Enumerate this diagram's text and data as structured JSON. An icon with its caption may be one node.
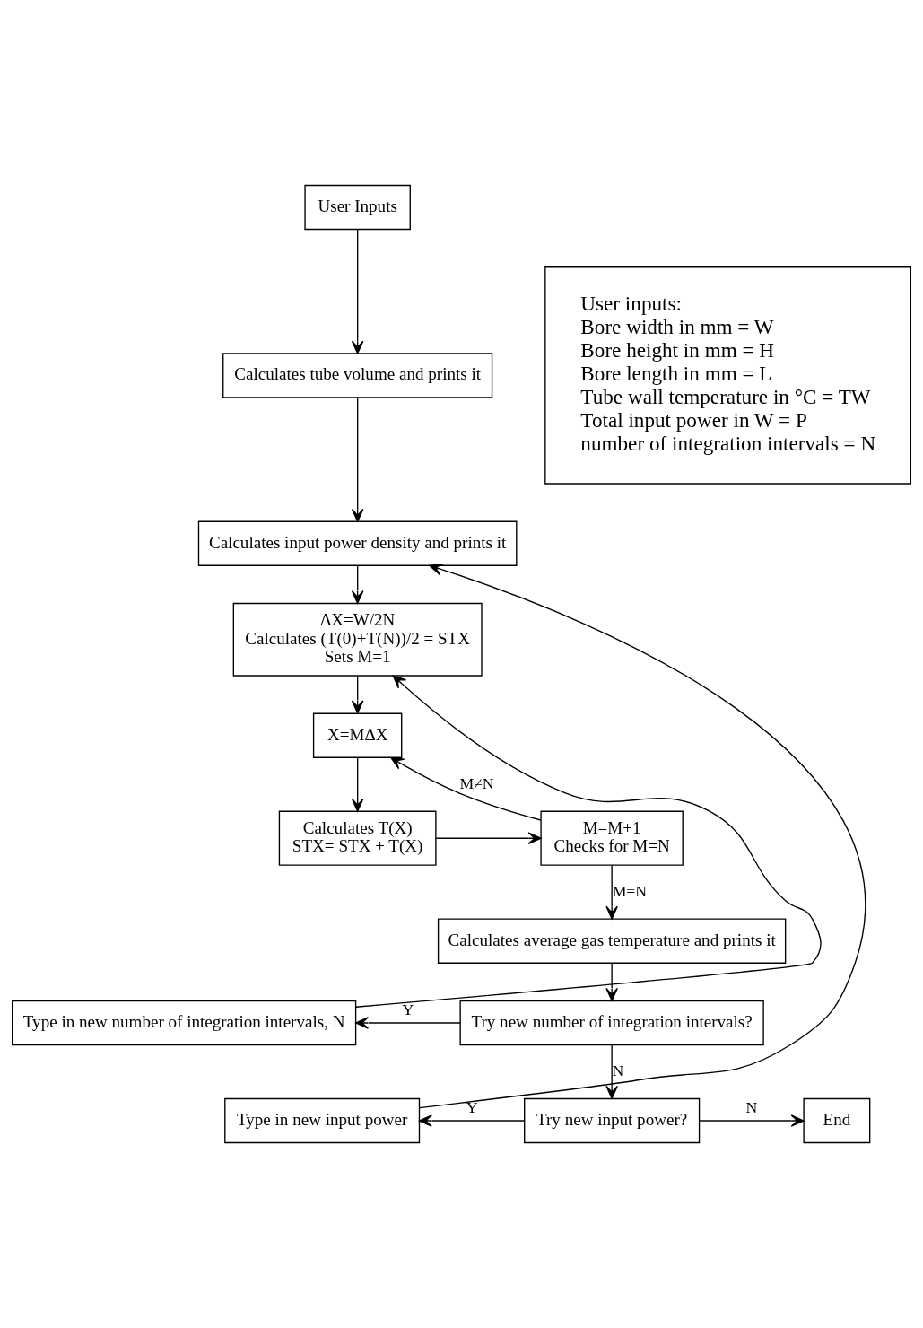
{
  "diagram": {
    "nodes": [
      {
        "text": [
          "User Inputs"
        ]
      },
      {
        "text": [
          "Calculates tube volume and prints it"
        ]
      },
      {
        "text": [
          "Calculates input power density and prints it"
        ]
      },
      {
        "text": [
          "ΔX=W/2N",
          "Calculates (T(0)+T(N))/2 = STX",
          "Sets M=1"
        ]
      },
      {
        "text": [
          "X=MΔX"
        ]
      },
      {
        "text": [
          "Calculates T(X)",
          "STX= STX + T(X)"
        ]
      },
      {
        "text": [
          "M=M+1",
          "Checks for M=N"
        ]
      },
      {
        "text": [
          "Calculates average gas temperature and prints it"
        ]
      },
      {
        "text": [
          "Try new number of integration intervals?"
        ]
      },
      {
        "text": [
          "Type in new number of integration intervals, N"
        ]
      },
      {
        "text": [
          "Try new input power?"
        ]
      },
      {
        "text": [
          "Type in new input power"
        ]
      },
      {
        "text": [
          "End"
        ]
      },
      {
        "text": [
          "User inputs:",
          "Bore width in mm = W",
          "Bore height in mm = H",
          "Bore length in mm = L",
          "Tube wall temperature in °C = TW",
          "Total input power in W = P",
          "number of integration intervals = N"
        ]
      }
    ],
    "edges": [
      {
        "from": 0,
        "to": 1,
        "arrow": "to"
      },
      {
        "from": 1,
        "to": 2,
        "arrow": "to"
      },
      {
        "from": 2,
        "to": 3,
        "arrow": "to"
      },
      {
        "from": 3,
        "to": 4,
        "arrow": "to"
      },
      {
        "from": 4,
        "to": 5,
        "arrow": "to"
      },
      {
        "from": 5,
        "to": 6,
        "arrow": "to"
      },
      {
        "from": 6,
        "to": 4,
        "arrow": "to",
        "label": "M≠N"
      },
      {
        "from": 6,
        "to": 7,
        "arrow": "to",
        "label": "M=N"
      },
      {
        "from": 7,
        "to": 8,
        "arrow": "to"
      },
      {
        "from": 8,
        "to": 9,
        "arrow": "to",
        "label": "Y"
      },
      {
        "from": 9,
        "to": 3,
        "arrow": "to"
      },
      {
        "from": 8,
        "to": 10,
        "arrow": "to",
        "label": "N"
      },
      {
        "from": 10,
        "to": 11,
        "arrow": "to",
        "label": "Y"
      },
      {
        "from": 10,
        "to": 12,
        "arrow": "to",
        "label": "N"
      },
      {
        "from": 11,
        "to": 2,
        "arrow": "to"
      }
    ]
  }
}
